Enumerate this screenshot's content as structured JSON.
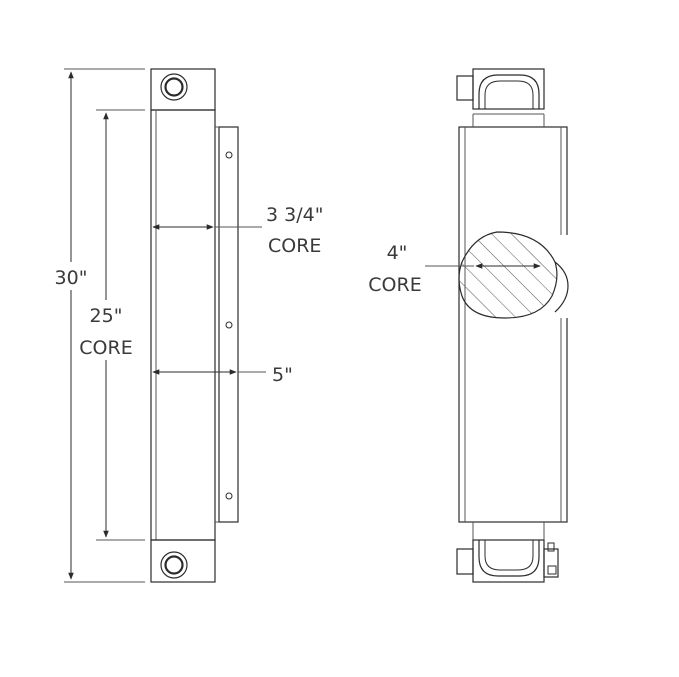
{
  "dimensions": {
    "overall_height": "30\"",
    "core_height_value": "25\"",
    "core_height_word": "CORE",
    "core_width_value": "3 3/4\"",
    "core_width_word": "CORE",
    "overall_depth": "5\"",
    "core_depth_value": "4\"",
    "core_depth_word": "CORE"
  },
  "colors": {
    "line": "#2b2b2b",
    "text": "#3a3a3a",
    "hatch": "#555555"
  }
}
